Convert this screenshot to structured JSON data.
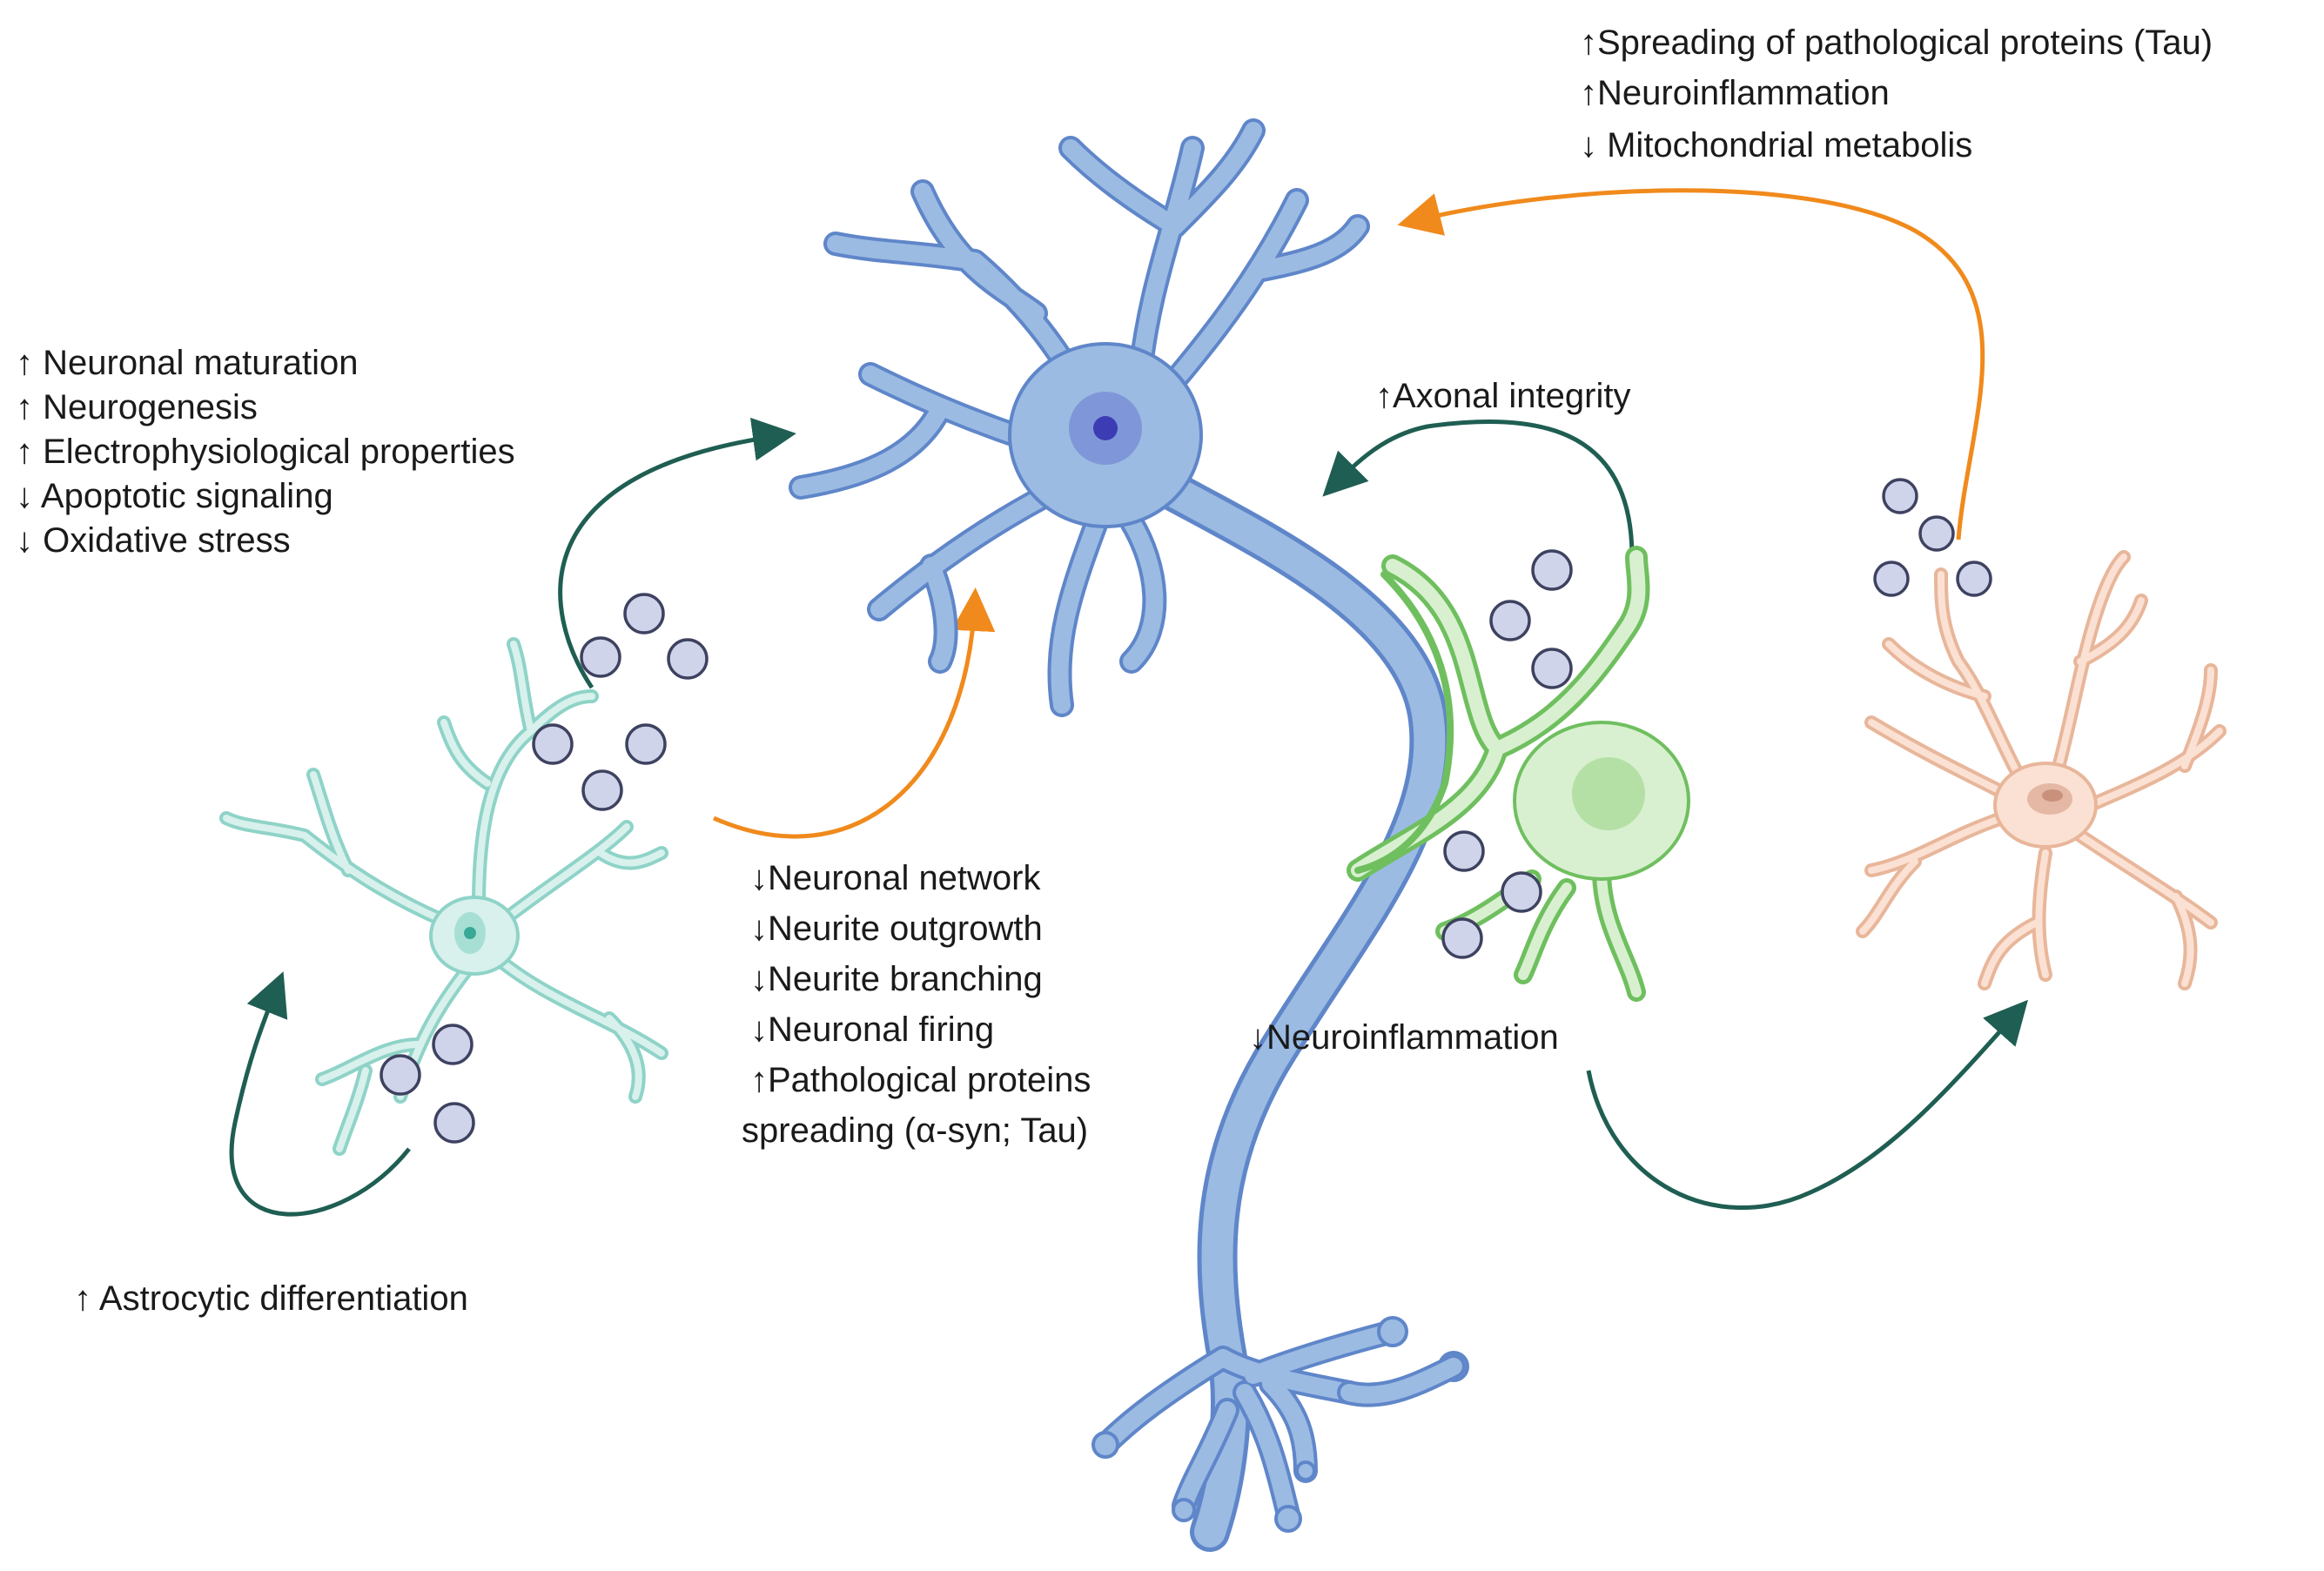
{
  "labels": {
    "top_right": [
      "↑Spreading of pathological proteins (Tau)",
      "↑Neuroinflammation",
      "↓ Mitochondrial metabolis"
    ],
    "left": [
      "↑ Neuronal maturation",
      "↑ Neurogenesis",
      "↑ Electrophysiological properties",
      "↓ Apoptotic signaling",
      "↓ Oxidative stress"
    ],
    "axonal": "↑Axonal integrity",
    "center": [
      "↓Neuronal network",
      "↓Neurite outgrowth",
      "↓Neurite branching",
      "↓Neuronal firing",
      "↑Pathological proteins",
      "spreading (α-syn; Tau)"
    ],
    "neuroinflammation": "↓Neuroinflammation",
    "astrocytic": "↑ Astrocytic differentiation"
  },
  "colors": {
    "neuron_fill": "#9bbbe3",
    "neuron_stroke": "#5f86c9",
    "nucleus": "#3c3cb4",
    "teal_arrow": "#1f5e52",
    "orange_arrow": "#f08a1c",
    "astrocyte_teal": "#8fd3c8",
    "oligodendrocyte_green": "#a9dc9b",
    "astrocyte_peach": "#e8b69a",
    "vesicle_fill": "#cfd4ea"
  }
}
